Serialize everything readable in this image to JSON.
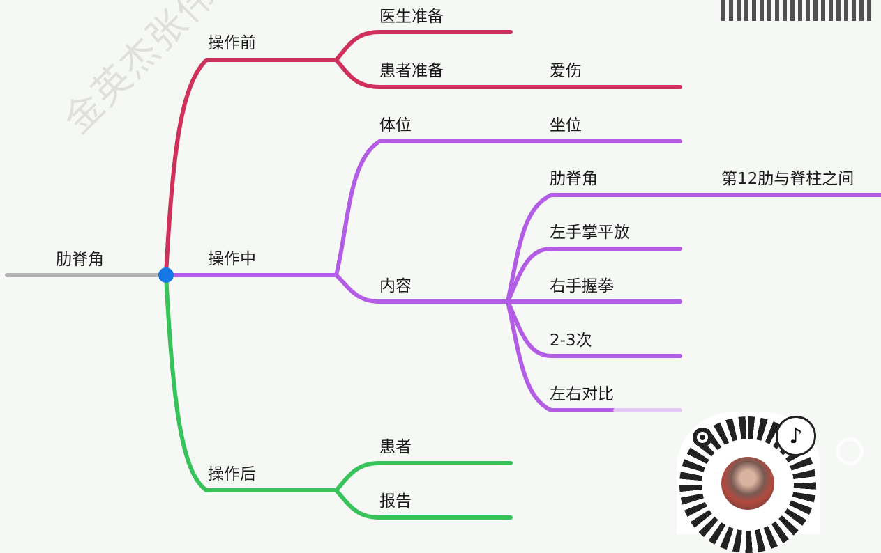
{
  "watermark": "金英杰张伟老师医",
  "root": {
    "label": "肋脊角"
  },
  "branches": [
    {
      "label": "操作前",
      "color": "#d0305c",
      "children": [
        {
          "label": "医生准备"
        },
        {
          "label": "患者准备",
          "children": [
            {
              "label": "爱伤"
            }
          ]
        }
      ]
    },
    {
      "label": "操作中",
      "color": "#b35ce6",
      "children": [
        {
          "label": "体位",
          "children": [
            {
              "label": "坐位"
            }
          ]
        },
        {
          "label": "内容",
          "children": [
            {
              "label": "肋脊角",
              "children": [
                {
                  "label": "第12肋与脊柱之间"
                }
              ]
            },
            {
              "label": "左手掌平放"
            },
            {
              "label": "右手握拳"
            },
            {
              "label": "2-3次"
            },
            {
              "label": "左右对比"
            }
          ]
        }
      ]
    },
    {
      "label": "操作后",
      "color": "#37c25a",
      "children": [
        {
          "label": "患者"
        },
        {
          "label": "报告"
        }
      ]
    }
  ],
  "colors": {
    "root_line": "#b3b3b3",
    "root_dot": "#1677e6"
  },
  "overlays": {
    "top_qr_icon": "qr-code-icon",
    "bottom_qr_icon": "douyin-qr-code-icon"
  }
}
